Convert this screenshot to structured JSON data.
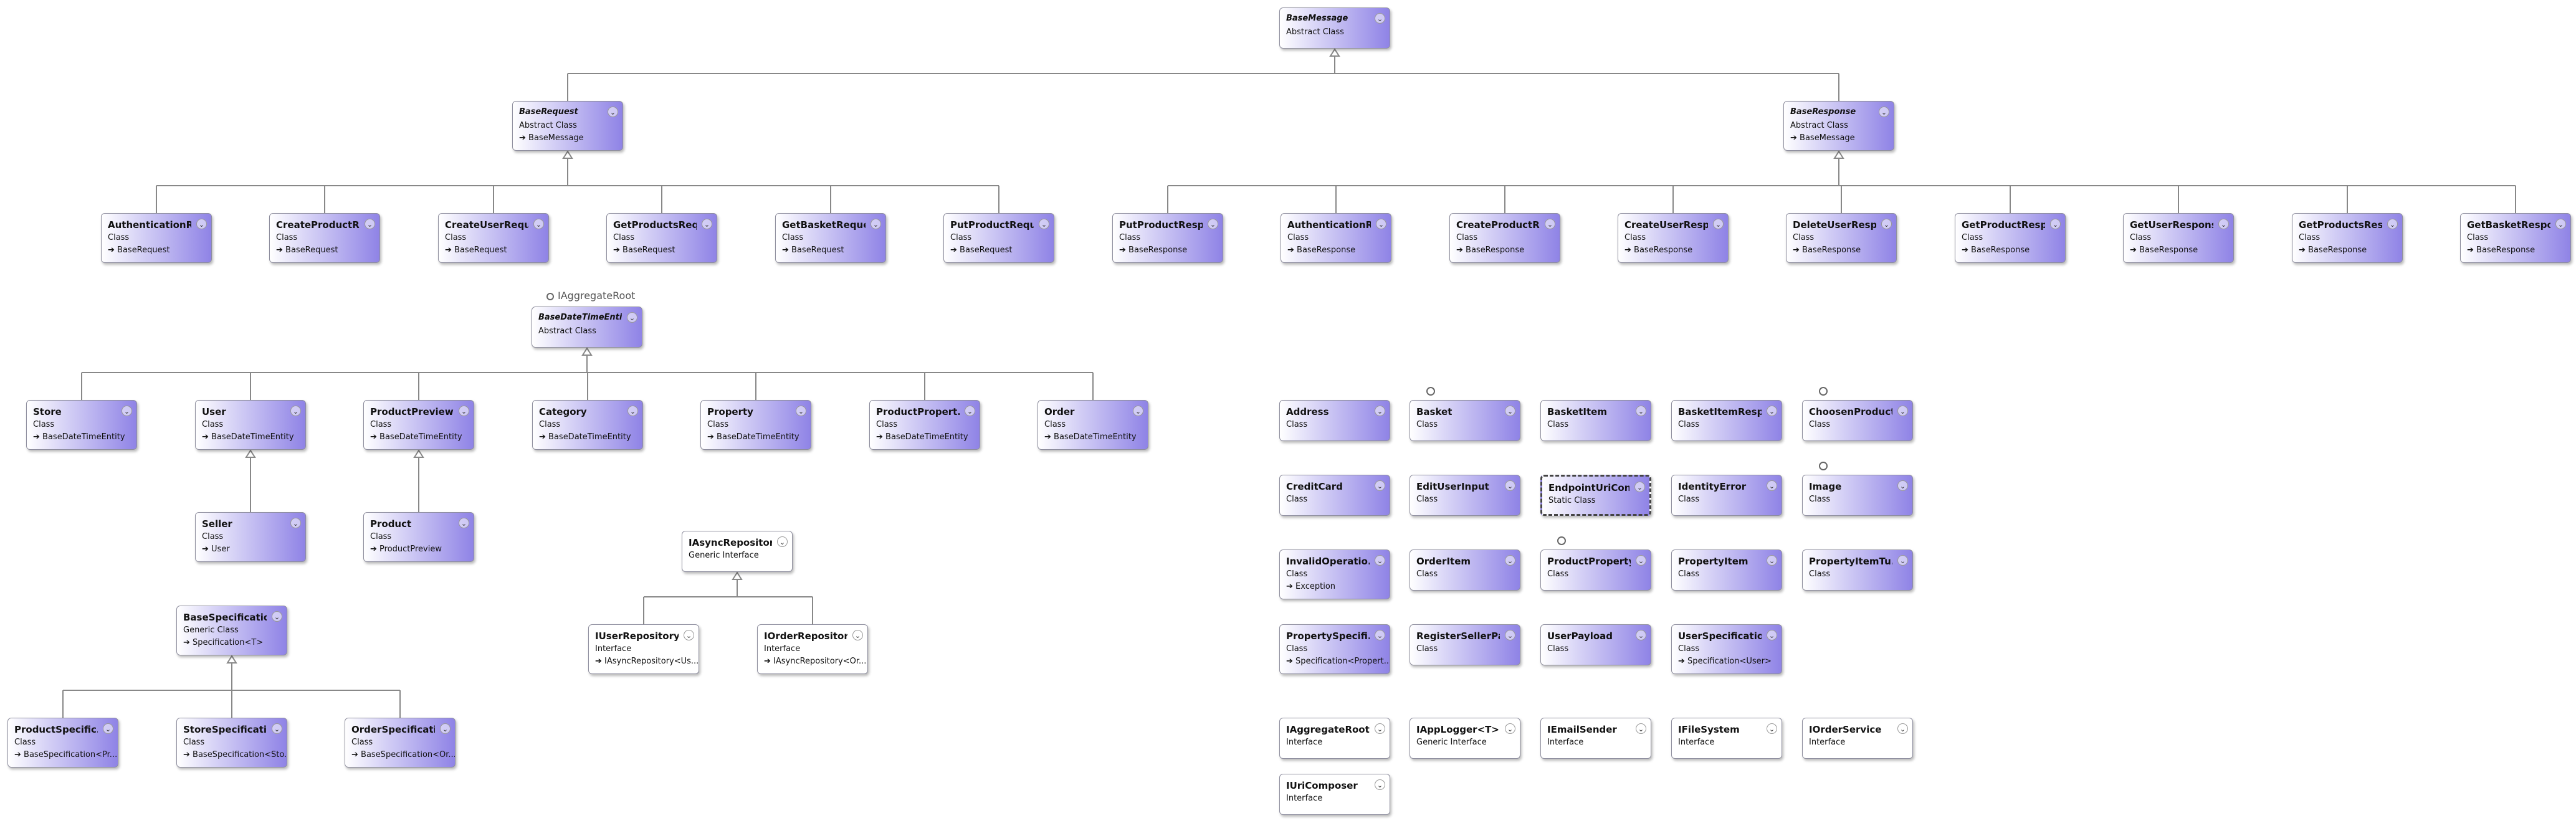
{
  "nodes": {
    "basemessage": {
      "name": "BaseMessage",
      "kind": "Abstract Class",
      "base": ""
    },
    "baserequest": {
      "name": "BaseRequest",
      "kind": "Abstract Class",
      "base": "BaseMessage"
    },
    "baseresponse": {
      "name": "BaseResponse",
      "kind": "Abstract Class",
      "base": "BaseMessage"
    },
    "req_auth": {
      "name": "AuthenticationR...",
      "kind": "Class",
      "base": "BaseRequest"
    },
    "req_createproduct": {
      "name": "CreateProductR...",
      "kind": "Class",
      "base": "BaseRequest"
    },
    "req_createuser": {
      "name": "CreateUserRequ...",
      "kind": "Class",
      "base": "BaseRequest"
    },
    "req_getproducts": {
      "name": "GetProductsReq...",
      "kind": "Class",
      "base": "BaseRequest"
    },
    "req_getbasket": {
      "name": "GetBasketRequest",
      "kind": "Class",
      "base": "BaseRequest"
    },
    "req_putproduct": {
      "name": "PutProductRequ...",
      "kind": "Class",
      "base": "BaseRequest"
    },
    "res_putproduct": {
      "name": "PutProductResp...",
      "kind": "Class",
      "base": "BaseResponse"
    },
    "res_auth": {
      "name": "AuthenticationR...",
      "kind": "Class",
      "base": "BaseResponse"
    },
    "res_createproduct": {
      "name": "CreateProductR...",
      "kind": "Class",
      "base": "BaseResponse"
    },
    "res_createuser": {
      "name": "CreateUserResp...",
      "kind": "Class",
      "base": "BaseResponse"
    },
    "res_deleteuser": {
      "name": "DeleteUserResp...",
      "kind": "Class",
      "base": "BaseResponse"
    },
    "res_getproduct": {
      "name": "GetProductResp...",
      "kind": "Class",
      "base": "BaseResponse"
    },
    "res_getuser": {
      "name": "GetUserResponse",
      "kind": "Class",
      "base": "BaseResponse"
    },
    "res_getproducts": {
      "name": "GetProductsRes...",
      "kind": "Class",
      "base": "BaseResponse"
    },
    "res_getbasket": {
      "name": "GetBasketRespo...",
      "kind": "Class",
      "base": "BaseResponse"
    },
    "basedatetime": {
      "name": "BaseDateTimeEntity",
      "kind": "Abstract Class",
      "base": ""
    },
    "store": {
      "name": "Store",
      "kind": "Class",
      "base": "BaseDateTimeEntity"
    },
    "user": {
      "name": "User",
      "kind": "Class",
      "base": "BaseDateTimeEntity"
    },
    "productpreview": {
      "name": "ProductPreview",
      "kind": "Class",
      "base": "BaseDateTimeEntity"
    },
    "category": {
      "name": "Category",
      "kind": "Class",
      "base": "BaseDateTimeEntity"
    },
    "property": {
      "name": "Property",
      "kind": "Class",
      "base": "BaseDateTimeEntity"
    },
    "productproperty_e": {
      "name": "ProductPropert...",
      "kind": "Class",
      "base": "BaseDateTimeEntity"
    },
    "order": {
      "name": "Order",
      "kind": "Class",
      "base": "BaseDateTimeEntity"
    },
    "seller": {
      "name": "Seller",
      "kind": "Class",
      "base": "User"
    },
    "product": {
      "name": "Product",
      "kind": "Class",
      "base": "ProductPreview"
    },
    "iasyncrepo": {
      "name": "IAsyncRepositor...",
      "kind": "Generic Interface",
      "base": ""
    },
    "iuserrepo": {
      "name": "IUserRepository",
      "kind": "Interface",
      "base": "IAsyncRepository<Us..."
    },
    "iorderrepo": {
      "name": "IOrderRepository",
      "kind": "Interface",
      "base": "IAsyncRepository<Or..."
    },
    "basespec": {
      "name": "BaseSpecificatio...",
      "kind": "Generic Class",
      "base": "Specification<T>"
    },
    "productspec": {
      "name": "ProductSpecific...",
      "kind": "Class",
      "base": "BaseSpecification<Pr..."
    },
    "storespec": {
      "name": "StoreSpecification",
      "kind": "Class",
      "base": "BaseSpecification<Sto..."
    },
    "orderspec": {
      "name": "OrderSpecificati...",
      "kind": "Class",
      "base": "BaseSpecification<Or..."
    },
    "address": {
      "name": "Address",
      "kind": "Class",
      "base": ""
    },
    "basket": {
      "name": "Basket",
      "kind": "Class",
      "base": ""
    },
    "basketitem": {
      "name": "BasketItem",
      "kind": "Class",
      "base": ""
    },
    "basketitemresp": {
      "name": "BasketItemResp...",
      "kind": "Class",
      "base": ""
    },
    "choosenproduct": {
      "name": "ChoosenProduct",
      "kind": "Class",
      "base": ""
    },
    "creditcard": {
      "name": "CreditCard",
      "kind": "Class",
      "base": ""
    },
    "edituserinput": {
      "name": "EditUserInput",
      "kind": "Class",
      "base": ""
    },
    "endpointuri": {
      "name": "EndpointUriCon...",
      "kind": "Static Class",
      "base": ""
    },
    "identityerror": {
      "name": "IdentityError",
      "kind": "Class",
      "base": ""
    },
    "image": {
      "name": "Image",
      "kind": "Class",
      "base": ""
    },
    "invalidop": {
      "name": "InvalidOperatio...",
      "kind": "Class",
      "base": "Exception"
    },
    "orderitem": {
      "name": "OrderItem",
      "kind": "Class",
      "base": ""
    },
    "productproperty": {
      "name": "ProductProperty",
      "kind": "Class",
      "base": ""
    },
    "propertyitem": {
      "name": "PropertyItem",
      "kind": "Class",
      "base": ""
    },
    "propertyitemtu": {
      "name": "PropertyItemTu...",
      "kind": "Class",
      "base": ""
    },
    "propertyspec": {
      "name": "PropertySpecifi...",
      "kind": "Class",
      "base": "Specification<Propert..."
    },
    "registerseller": {
      "name": "RegisterSellerPa...",
      "kind": "Class",
      "base": ""
    },
    "userpayload": {
      "name": "UserPayload",
      "kind": "Class",
      "base": ""
    },
    "userspec": {
      "name": "UserSpecification",
      "kind": "Class",
      "base": "Specification<User>"
    },
    "iaggregateroot": {
      "name": "IAggregateRoot",
      "kind": "Interface",
      "base": ""
    },
    "iapplogger": {
      "name": "IAppLogger<T>",
      "kind": "Generic Interface",
      "base": ""
    },
    "iemailsender": {
      "name": "IEmailSender",
      "kind": "Interface",
      "base": ""
    },
    "ifilesystem": {
      "name": "IFileSystem",
      "kind": "Interface",
      "base": ""
    },
    "iorderservice": {
      "name": "IOrderService",
      "kind": "Interface",
      "base": ""
    },
    "iuricomposer": {
      "name": "IUriComposer",
      "kind": "Interface",
      "base": ""
    }
  },
  "lollipop": {
    "label": "IAggregateRoot"
  },
  "icons": {
    "expand": "chevron-down-icon",
    "base_arrow": "inherit-arrow-icon",
    "interface": "lollipop-icon"
  },
  "colors": {
    "class_fill": "#8f83e6",
    "interface_fill": "#ffffff",
    "line": "#888888"
  }
}
